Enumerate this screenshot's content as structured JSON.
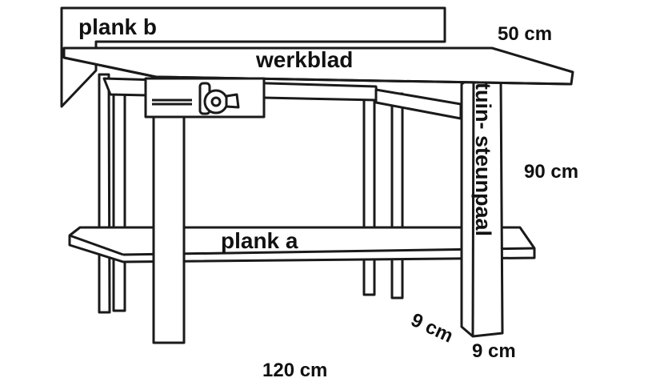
{
  "labels": {
    "plank_b": "plank b",
    "werkblad": "werkblad",
    "plank_a": "plank a",
    "tuin_steunpaal": "tuin- steunpaal",
    "depth": "50 cm",
    "height": "90 cm",
    "width": "120 cm",
    "post_side_1": "9 cm",
    "post_side_2": "9 cm"
  },
  "colors": {
    "line": "#1a1a1a",
    "fill": "#ffffff",
    "text": "#111111"
  }
}
